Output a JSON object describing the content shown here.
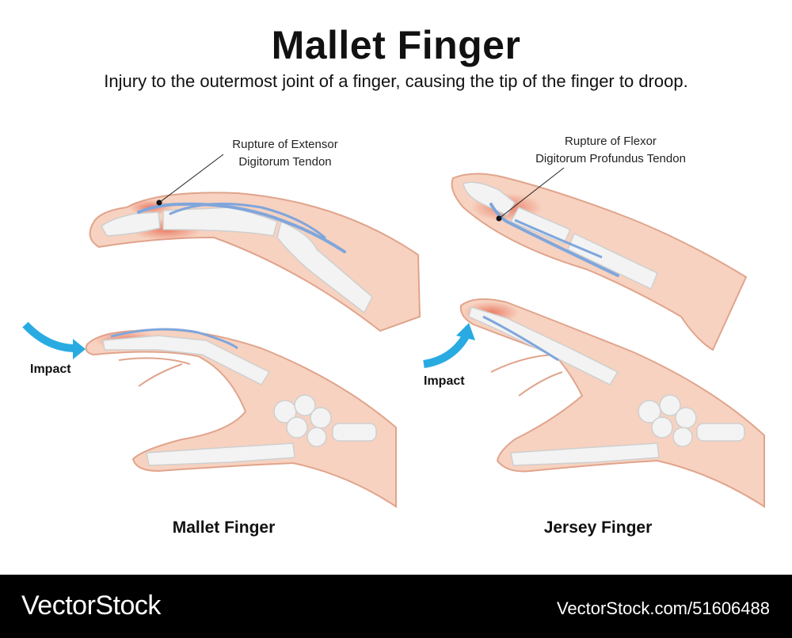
{
  "title": "Mallet Finger",
  "subtitle": "Injury to the outermost joint of a finger, causing the tip of the finger to droop.",
  "left": {
    "annotation_line1": "Rupture of Extensor",
    "annotation_line2": "Digitorum Tendon",
    "impact_label": "Impact",
    "caption": "Mallet Finger"
  },
  "right": {
    "annotation_line1": "Rupture of Flexor",
    "annotation_line2": "Digitorum Profundus Tendon",
    "impact_label": "Impact",
    "caption": "Jersey Finger"
  },
  "footer": {
    "brand": "VectorStock",
    "url": "VectorStock.com/51606488"
  },
  "colors": {
    "skin": "#f7d2c0",
    "skin_outline": "#e0a48c",
    "bone": "#f3f3f3",
    "bone_outline": "#cfcfcf",
    "tendon": "#7fa6dc",
    "inflammation": "#e8735a",
    "impact_arrow": "#29abe2",
    "footer_bg": "#000000"
  }
}
